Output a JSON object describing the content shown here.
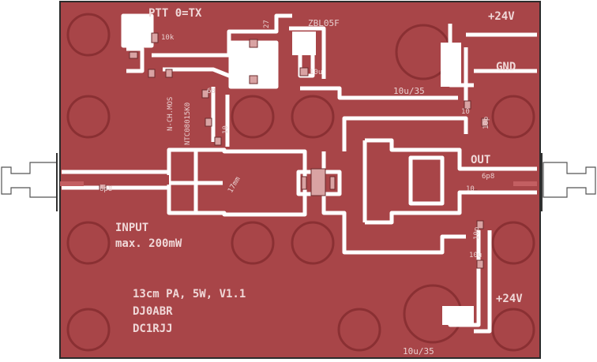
{
  "board": {
    "colors": {
      "copper": "#a84548",
      "copper_dark": "#8e3639",
      "board_edge": "#3a3a3a",
      "track": "#ffffff",
      "silk": "#f0d8d8",
      "pad": "#d8a0a0",
      "connector": "#e8e8e8"
    },
    "labels": {
      "ptt": "PTT 0=TX",
      "supply_top": "+24V",
      "gnd": "GND",
      "out": "OUT",
      "supply_bottom": "+24V",
      "input_line1": "INPUT",
      "input_line2": "max. 200mW",
      "title_line1": "13cm PA, 5W, V1.1",
      "title_line2": "DJ0ABR",
      "title_line3": "DC1RJJ"
    },
    "components": {
      "r_10k": "10k",
      "transistor": "N-CH.MOS",
      "pa_chip": "NTC08015K0",
      "r_68": "68",
      "c_10u": "10u",
      "fuse": "ZBL05F",
      "elko_top": "10u/35",
      "c_10_top": "10",
      "c_10p_top": "10p",
      "c_6p8_in": "6p8",
      "c_6p8_out": "6p8",
      "c_10_out": "10",
      "c_10p_bottom": "10p",
      "c_10u_bottom": "10u",
      "elko_bottom": "10u/35",
      "strip_len": "17mm",
      "r_27": "27",
      "c_10_mid": "10"
    }
  }
}
